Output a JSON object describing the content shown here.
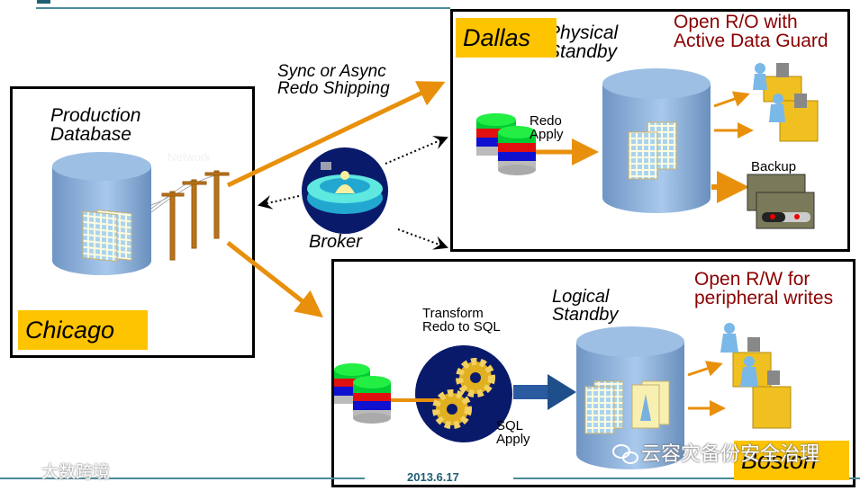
{
  "header": {
    "accent_color": "#1f5f73",
    "rule_color": "#4a8a9a"
  },
  "sites": {
    "chicago": {
      "label": "Chicago",
      "db_title_line1": "Production",
      "db_title_line2": "Database",
      "network_label": "Network"
    },
    "dallas": {
      "label": "Dallas",
      "standby_line1": "Physical",
      "standby_line2": "Standby",
      "apply_line1": "Redo",
      "apply_line2": "Apply",
      "mode_line1": "Open R/O with",
      "mode_line2": "Active Data Guard",
      "backup_label": "Backup"
    },
    "boston": {
      "label": "Boston",
      "standby_line1": "Logical",
      "standby_line2": "Standby",
      "transform_line1": "Transform",
      "transform_line2": "Redo to SQL",
      "apply_line1": "SQL",
      "apply_line2": "Apply",
      "mode_line1": "Open R/W for",
      "mode_line2": "peripheral writes"
    }
  },
  "shipping": {
    "line1": "Sync or Async",
    "line2": "Redo Shipping"
  },
  "broker": {
    "label": "Broker"
  },
  "footer": {
    "date": "2013.6.17"
  },
  "watermarks": {
    "left": "大数跨境",
    "right": "云容灾备份安全治理"
  },
  "colors": {
    "site_label_bg": "#ffc400",
    "arrow": "#e8900c",
    "mode_text": "#8b0000",
    "db_blue": "#8fb5dd",
    "broker_navy": "#0a1a6b"
  }
}
